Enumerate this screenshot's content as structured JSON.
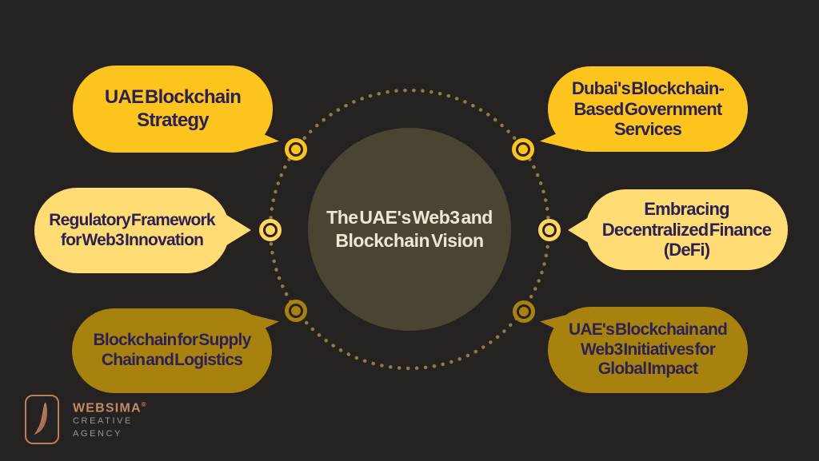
{
  "center": {
    "title": "The UAE's Web3 and\nBlockchain Vision"
  },
  "bubbles": [
    {
      "label": "UAE Blockchain\nStrategy",
      "tone": "bright-yellow"
    },
    {
      "label": "Dubai's Blockchain-\nBased Government\nServices",
      "tone": "bright-yellow"
    },
    {
      "label": "Regulatory Framework\nfor Web3 Innovation",
      "tone": "light-yellow"
    },
    {
      "label": "Embracing\nDecentralized Finance\n(DeFi)",
      "tone": "light-yellow"
    },
    {
      "label": "Blockchain for Supply\nChain and Logistics",
      "tone": "dark-gold"
    },
    {
      "label": "UAE's Blockchain and\nWeb3 Initiatives for\nGlobal Impact",
      "tone": "dark-gold"
    }
  ],
  "branding": {
    "name": "WEBSIMA",
    "registered_mark": "®",
    "tagline": [
      "CREATIVE",
      "AGENCY"
    ]
  },
  "colors": {
    "background": "#272222",
    "bright_yellow": "#fcc41d",
    "light_yellow": "#ffdc74",
    "dark_gold": "#a8820f",
    "center_circle": "#4a4433",
    "dotted_ring": "#8e7c40",
    "bubble_text": "#2b2153",
    "center_text": "#efe7d4",
    "brand_copper": "#c08a67",
    "brand_gray": "#969696"
  }
}
